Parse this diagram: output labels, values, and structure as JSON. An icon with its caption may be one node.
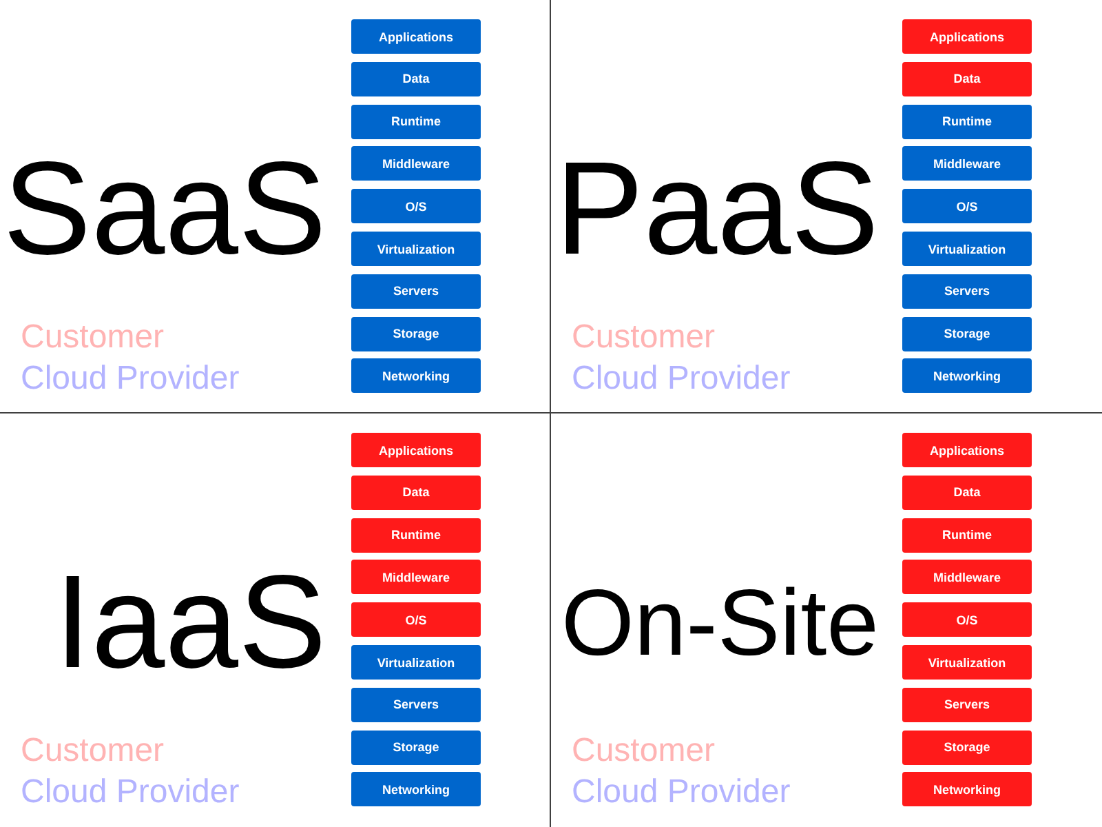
{
  "diagram": {
    "nodes": [
      {
        "text": [
          "SaaS"
        ]
      },
      {
        "text": [
          "Applications"
        ],
        "in": 0
      },
      {
        "text": [
          "Data"
        ],
        "in": 0
      },
      {
        "text": [
          "Runtime"
        ],
        "in": 0
      },
      {
        "text": [
          "Middleware"
        ],
        "in": 0
      },
      {
        "text": [
          "O/S"
        ],
        "in": 0
      },
      {
        "text": [
          "Virtualization"
        ],
        "in": 0
      },
      {
        "text": [
          "Servers"
        ],
        "in": 0
      },
      {
        "text": [
          "Storage"
        ],
        "in": 0
      },
      {
        "text": [
          "Networking"
        ],
        "in": 0
      },
      {
        "text": [
          "PaaS"
        ]
      },
      {
        "text": [
          "Applications"
        ],
        "in": 10
      },
      {
        "text": [
          "Data"
        ],
        "in": 10
      },
      {
        "text": [
          "Runtime"
        ],
        "in": 10
      },
      {
        "text": [
          "Middleware"
        ],
        "in": 10
      },
      {
        "text": [
          "O/S"
        ],
        "in": 10
      },
      {
        "text": [
          "Virtualization"
        ],
        "in": 10
      },
      {
        "text": [
          "Servers"
        ],
        "in": 10
      },
      {
        "text": [
          "Storage"
        ],
        "in": 10
      },
      {
        "text": [
          "Networking"
        ],
        "in": 10
      },
      {
        "text": [
          "IaaS"
        ]
      },
      {
        "text": [
          "Applications"
        ],
        "in": 20
      },
      {
        "text": [
          "Data"
        ],
        "in": 20
      },
      {
        "text": [
          "Runtime"
        ],
        "in": 20
      },
      {
        "text": [
          "Middleware"
        ],
        "in": 20
      },
      {
        "text": [
          "O/S"
        ],
        "in": 20
      },
      {
        "text": [
          "Virtualization"
        ],
        "in": 20
      },
      {
        "text": [
          "Servers"
        ],
        "in": 20
      },
      {
        "text": [
          "Storage"
        ],
        "in": 20
      },
      {
        "text": [
          "Networking"
        ],
        "in": 20
      },
      {
        "text": [
          "On-Site"
        ]
      },
      {
        "text": [
          "Applications"
        ],
        "in": 30
      },
      {
        "text": [
          "Data"
        ],
        "in": 30
      },
      {
        "text": [
          "Runtime"
        ],
        "in": 30
      },
      {
        "text": [
          "Middleware"
        ],
        "in": 30
      },
      {
        "text": [
          "O/S"
        ],
        "in": 30
      },
      {
        "text": [
          "Virtualization"
        ],
        "in": 30
      },
      {
        "text": [
          "Servers"
        ],
        "in": 30
      },
      {
        "text": [
          "Storage"
        ],
        "in": 30
      },
      {
        "text": [
          "Networking"
        ],
        "in": 30
      }
    ],
    "legend": [
      {
        "text": "Customer",
        "color": "#ffb3b3"
      },
      {
        "text": "Cloud Provider",
        "color": "#b3b3ff"
      },
      {
        "text": "Customer",
        "color": "#ffb3b3"
      },
      {
        "text": "Cloud Provider",
        "color": "#b3b3ff"
      },
      {
        "text": "Customer",
        "color": "#ffb3b3"
      },
      {
        "text": "Cloud Provider",
        "color": "#b3b3ff"
      },
      {
        "text": "Customer",
        "color": "#ffb3b3"
      },
      {
        "text": "Cloud Provider",
        "color": "#b3b3ff"
      }
    ]
  }
}
